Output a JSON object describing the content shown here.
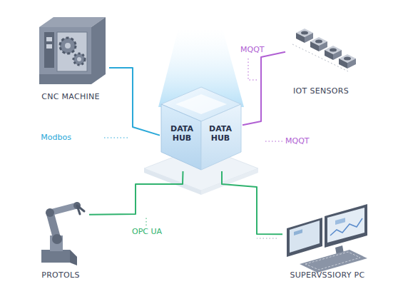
{
  "diagram": {
    "nodes": [
      {
        "text": [
          "CNC MACHINE"
        ]
      },
      {
        "text": [
          "IOT SENSORS"
        ]
      },
      {
        "text": [
          "DATA HUB",
          "DATA HUB"
        ]
      },
      {
        "text": [
          "PROTOLS"
        ]
      },
      {
        "text": [
          "SUPERVSSIORY PC"
        ]
      }
    ],
    "edges": [
      {
        "from": 0,
        "to": 2,
        "label": "Modbos",
        "arrow": "none"
      },
      {
        "from": 1,
        "to": 2,
        "label": "MQQT",
        "arrow": "none"
      },
      {
        "from": 3,
        "to": 2,
        "label": "OPC UA",
        "arrow": "none"
      },
      {
        "from": 2,
        "to": 4,
        "arrow": "none"
      }
    ],
    "labels": [
      "MQQT"
    ]
  }
}
